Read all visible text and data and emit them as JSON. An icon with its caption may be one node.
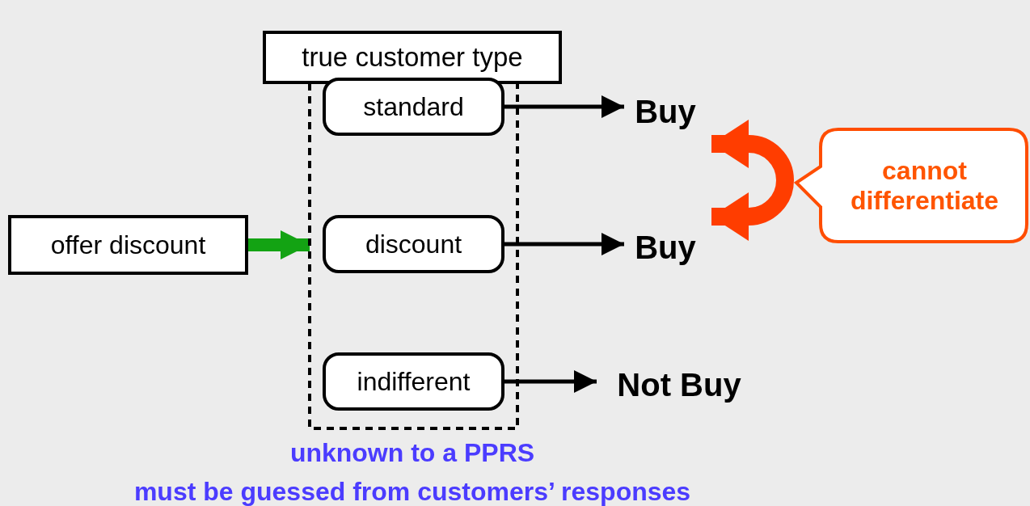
{
  "diagram": {
    "nodes": [
      {
        "text": [
          "true customer type"
        ],
        "beside": [
          "unknown to a PPRS",
          "must be guessed from customers’ responses"
        ]
      },
      {
        "text": [
          "standard"
        ],
        "in": 0
      },
      {
        "text": [
          "discount"
        ],
        "in": 0
      },
      {
        "text": [
          "indifferent"
        ],
        "in": 0
      },
      {
        "text": [
          "offer discount"
        ]
      },
      {
        "text": [
          "Buy"
        ]
      },
      {
        "text": [
          "Buy"
        ]
      },
      {
        "text": [
          "Not Buy"
        ]
      },
      {
        "text": [
          "cannot differentiate"
        ]
      }
    ],
    "edges": [
      {
        "from": 1,
        "to": 5,
        "arrow": "to"
      },
      {
        "from": 2,
        "to": 6,
        "arrow": "to"
      },
      {
        "from": 3,
        "to": 7,
        "arrow": "to"
      },
      {
        "from": 4,
        "to": 0,
        "arrow": "to",
        "style": "thick",
        "color": "#13a313"
      },
      {
        "from": 5,
        "to": 6,
        "arrow": "both",
        "style": "thick",
        "color": "#ff3d00"
      }
    ]
  }
}
